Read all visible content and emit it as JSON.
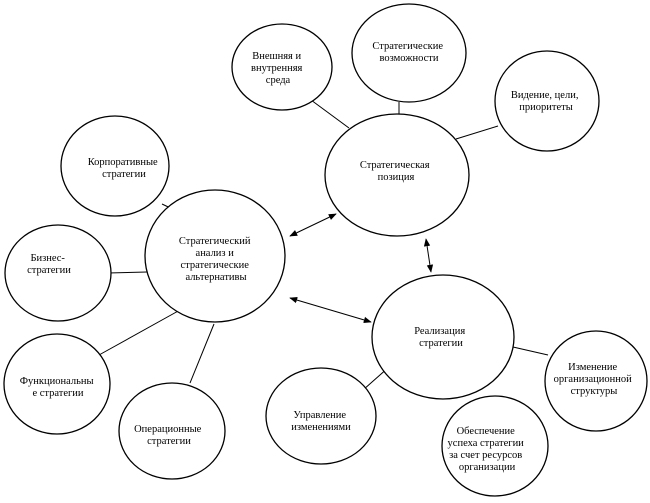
{
  "diagram": {
    "nodes": {
      "strategic_analysis": {
        "lines": [
          "Стратегический",
          "анализ и",
          "стратегические",
          "альтернативы"
        ]
      },
      "strategic_position": {
        "lines": [
          "Стратегическая",
          "позиция"
        ]
      },
      "strategy_implementation": {
        "lines": [
          "Реализация",
          "стратегии"
        ]
      },
      "external_internal_env": {
        "lines": [
          "Внешняя и",
          "внутренняя",
          "среда"
        ]
      },
      "strategic_opportunities": {
        "lines": [
          "Стратегические",
          "возможности"
        ]
      },
      "vision_goals_priorities": {
        "lines": [
          "Видение, цели,",
          "приоритеты"
        ]
      },
      "corporate_strategies": {
        "lines": [
          "Корпоративные",
          "стратегии"
        ]
      },
      "business_strategies": {
        "lines": [
          "Бизнес-",
          "стратегии"
        ]
      },
      "functional_strategies": {
        "lines": [
          "Функциональны",
          "е стратегии"
        ]
      },
      "operational_strategies": {
        "lines": [
          "Операционные",
          "стратегии"
        ]
      },
      "change_management": {
        "lines": [
          "Управление",
          "изменениями"
        ]
      },
      "resource_support": {
        "lines": [
          "Обеспечение",
          "успеха стратегии",
          "за счет ресурсов",
          "организации"
        ]
      },
      "structure_change": {
        "lines": [
          "Изменение",
          "организационной",
          "структуры"
        ]
      }
    }
  }
}
